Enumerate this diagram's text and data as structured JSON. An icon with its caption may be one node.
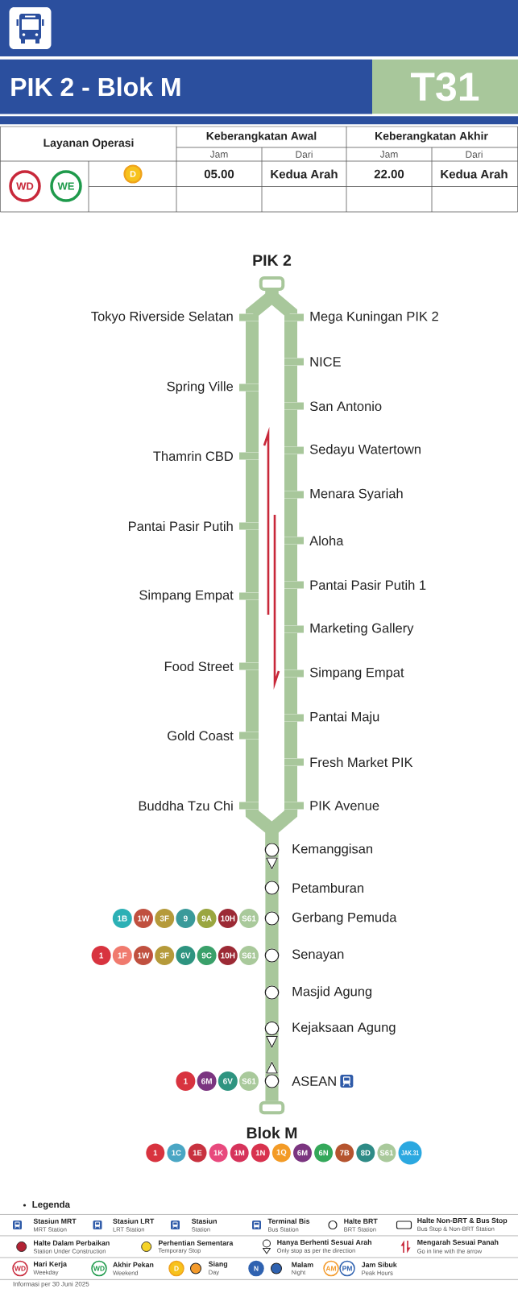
{
  "diagram": {
    "title": "PIK 2 - Blok M",
    "caption": "Informasi per 30 Juni 2025",
    "nodes": [
      {
        "text": [
          "T31"
        ]
      },
      {
        "text": [
          "WD"
        ]
      },
      {
        "text": [
          "WE"
        ]
      },
      {
        "text": [
          "D"
        ]
      },
      {
        "text": [
          "PIK 2"
        ]
      },
      {
        "text": [],
        "shape": "box",
        "beside": [
          "Tokyo Riverside Selatan"
        ]
      },
      {
        "text": [],
        "shape": "box",
        "beside": [
          "Mega Kuningan PIK 2"
        ]
      },
      {
        "text": [],
        "shape": "box",
        "beside": [
          "NICE"
        ]
      },
      {
        "text": [],
        "shape": "box",
        "beside": [
          "Spring Ville"
        ]
      },
      {
        "text": [],
        "shape": "box",
        "beside": [
          "San Antonio"
        ]
      },
      {
        "text": [],
        "shape": "box",
        "beside": [
          "Sedayu Watertown"
        ]
      },
      {
        "text": [],
        "shape": "box",
        "beside": [
          "Thamrin CBD"
        ]
      },
      {
        "text": [],
        "shape": "box",
        "beside": [
          "Menara Syariah"
        ]
      },
      {
        "text": [],
        "shape": "box",
        "beside": [
          "Pantai Pasir Putih"
        ]
      },
      {
        "text": [],
        "shape": "box",
        "beside": [
          "Aloha"
        ]
      },
      {
        "text": [],
        "shape": "box",
        "beside": [
          "Pantai Pasir Putih 1"
        ]
      },
      {
        "text": [],
        "shape": "box",
        "beside": [
          "Simpang Empat"
        ]
      },
      {
        "text": [],
        "shape": "box",
        "beside": [
          "Marketing Gallery"
        ]
      },
      {
        "text": [],
        "shape": "box",
        "beside": [
          "Food Street"
        ]
      },
      {
        "text": [],
        "shape": "box",
        "beside": [
          "Simpang Empat"
        ]
      },
      {
        "text": [],
        "shape": "box",
        "beside": [
          "Pantai Maju"
        ]
      },
      {
        "text": [],
        "shape": "box",
        "beside": [
          "Gold Coast"
        ]
      },
      {
        "text": [],
        "shape": "box",
        "beside": [
          "Fresh Market PIK"
        ]
      },
      {
        "text": [],
        "shape": "box",
        "beside": [
          "Buddha Tzu Chi"
        ]
      },
      {
        "text": [],
        "shape": "box",
        "beside": [
          "PIK Avenue"
        ]
      },
      {
        "text": [],
        "shape": "circle",
        "beside": [
          "Kemanggisan"
        ]
      },
      {
        "text": [],
        "shape": "circle",
        "beside": [
          "Petamburan"
        ]
      },
      {
        "text": [
          "1B"
        ]
      },
      {
        "text": [
          "1W"
        ]
      },
      {
        "text": [
          "3F"
        ]
      },
      {
        "text": [
          "9"
        ]
      },
      {
        "text": [
          "9A"
        ]
      },
      {
        "text": [
          "10H"
        ]
      },
      {
        "text": [
          "S61"
        ]
      },
      {
        "text": [],
        "shape": "circle",
        "beside": [
          "Gerbang Pemuda"
        ]
      },
      {
        "text": [
          "1"
        ]
      },
      {
        "text": [
          "1F"
        ]
      },
      {
        "text": [
          "1W"
        ]
      },
      {
        "text": [
          "3F"
        ]
      },
      {
        "text": [
          "6V"
        ]
      },
      {
        "text": [
          "9C"
        ]
      },
      {
        "text": [
          "10H"
        ]
      },
      {
        "text": [
          "S61"
        ]
      },
      {
        "text": [],
        "shape": "circle",
        "beside": [
          "Senayan"
        ]
      },
      {
        "text": [],
        "shape": "circle",
        "beside": [
          "Masjid Agung"
        ]
      },
      {
        "text": [],
        "shape": "circle",
        "beside": [
          "Kejaksaan Agung"
        ]
      },
      {
        "text": [
          "1"
        ]
      },
      {
        "text": [
          "6M"
        ]
      },
      {
        "text": [
          "6V"
        ]
      },
      {
        "text": [
          "S61"
        ]
      },
      {
        "text": [],
        "shape": "circle",
        "beside": [
          "ASEAN"
        ]
      },
      {
        "text": [
          "Blok M"
        ]
      },
      {
        "text": [
          "1"
        ]
      },
      {
        "text": [
          "1C"
        ]
      },
      {
        "text": [
          "1E"
        ]
      },
      {
        "text": [
          "1K"
        ]
      },
      {
        "text": [
          "1M"
        ]
      },
      {
        "text": [
          "1N"
        ]
      },
      {
        "text": [
          "1Q"
        ]
      },
      {
        "text": [
          "6M"
        ]
      },
      {
        "text": [
          "6N"
        ]
      },
      {
        "text": [
          "7B"
        ]
      },
      {
        "text": [
          "8D"
        ]
      },
      {
        "text": [
          "S61"
        ]
      },
      {
        "text": [
          "JAK.31"
        ]
      }
    ],
    "edges": [
      {
        "from": 4,
        "to": 5,
        "arrow": "none"
      },
      {
        "from": 4,
        "to": 6,
        "arrow": "none"
      },
      {
        "from": 5,
        "to": 8,
        "arrow": "none"
      },
      {
        "from": 8,
        "to": 11,
        "arrow": "none"
      },
      {
        "from": 11,
        "to": 13,
        "arrow": "none"
      },
      {
        "from": 13,
        "to": 16,
        "arrow": "none"
      },
      {
        "from": 16,
        "to": 18,
        "arrow": "none"
      },
      {
        "from": 18,
        "to": 21,
        "arrow": "none"
      },
      {
        "from": 21,
        "to": 23,
        "arrow": "none"
      },
      {
        "from": 6,
        "to": 7,
        "arrow": "none"
      },
      {
        "from": 7,
        "to": 9,
        "arrow": "none"
      },
      {
        "from": 9,
        "to": 10,
        "arrow": "none"
      },
      {
        "from": 10,
        "to": 12,
        "arrow": "none"
      },
      {
        "from": 12,
        "to": 14,
        "arrow": "none"
      },
      {
        "from": 14,
        "to": 15,
        "arrow": "none"
      },
      {
        "from": 15,
        "to": 17,
        "arrow": "none"
      },
      {
        "from": 17,
        "to": 19,
        "arrow": "none"
      },
      {
        "from": 19,
        "to": 20,
        "arrow": "none"
      },
      {
        "from": 20,
        "to": 22,
        "arrow": "none"
      },
      {
        "from": 22,
        "to": 24,
        "arrow": "none"
      },
      {
        "from": 23,
        "to": 25,
        "arrow": "none"
      },
      {
        "from": 24,
        "to": 25,
        "arrow": "none"
      },
      {
        "from": 25,
        "to": 26,
        "arrow": "none"
      },
      {
        "from": 26,
        "to": 34,
        "arrow": "none"
      },
      {
        "from": 34,
        "to": 43,
        "arrow": "none"
      },
      {
        "from": 43,
        "to": 44,
        "arrow": "none"
      },
      {
        "from": 44,
        "to": 45,
        "arrow": "none"
      },
      {
        "from": 45,
        "to": 50,
        "arrow": "none"
      },
      {
        "from": 50,
        "to": 51,
        "arrow": "none"
      }
    ],
    "labels": [
      "Layanan Operasi",
      "Keberangkatan Awal",
      "Keberangkatan Akhir",
      "Jam",
      "Dari",
      "Jam",
      "Dari",
      "05.00",
      "Kedua Arah",
      "22.00",
      "Kedua Arah",
      "Legenda",
      "MRT Station",
      "LRT Station",
      "Station",
      "Bus Station",
      "BRT Station",
      "Bus Stop & Non-BRT Station",
      "Station Under Construction",
      "Temporary Stop",
      "Only stop as per the direction",
      "Go in line with the arrow",
      "WD",
      "Weekday",
      "WD",
      "Weekend",
      "D",
      "Day",
      "N",
      "Night",
      "AM",
      "PM",
      "Peak Hours"
    ],
    "legend": [
      {
        "text": "Stasiun MRT"
      },
      {
        "text": "Stasiun LRT"
      },
      {
        "text": "Stasiun"
      },
      {
        "text": "Terminal Bis"
      },
      {
        "text": "Halte BRT"
      },
      {
        "text": "Halte Non-BRT & Bus Stop"
      },
      {
        "text": "Halte Dalam Perbaikan",
        "color": "#b22234"
      },
      {
        "text": "Perhentian Sementara",
        "color": "#f5d327"
      },
      {
        "text": "Hanya Berhenti Sesuai Arah"
      },
      {
        "text": "Mengarah Sesuai Panah"
      },
      {
        "text": "Hari Kerja"
      },
      {
        "text": "Akhir Pekan"
      },
      {
        "text": "Siang"
      },
      {
        "text": "Malam"
      },
      {
        "text": "Jam Sibuk"
      }
    ]
  }
}
